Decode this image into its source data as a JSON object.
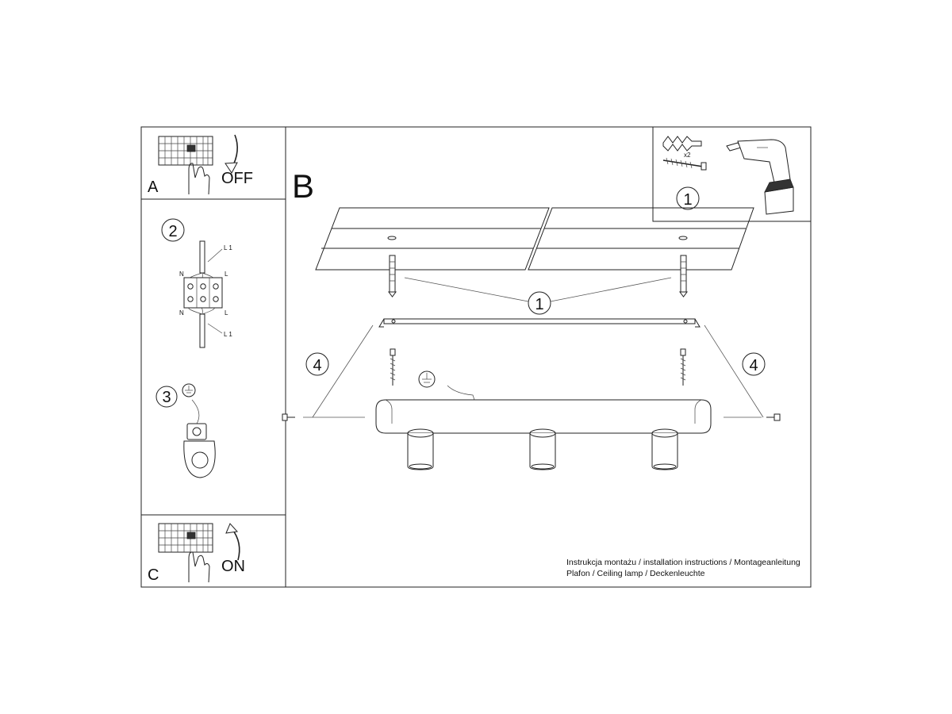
{
  "panels": {
    "a": {
      "letter": "A",
      "state": "OFF"
    },
    "b": {
      "letter": "B"
    },
    "c": {
      "letter": "C",
      "state": "ON"
    }
  },
  "steps": {
    "tools_step": "1",
    "mount_callout": "1",
    "wiring_step": "2",
    "ground_step": "3",
    "screw_callout": "4"
  },
  "wiring_labels": {
    "n": "N",
    "l": "L",
    "l1": "L 1"
  },
  "tools": {
    "anchor_count": "x2"
  },
  "footer": {
    "line1": "Instrukcja montażu / installation instructions / Montageanleitung",
    "line2": "Plafon / Ceiling lamp / Deckenleuchte"
  }
}
